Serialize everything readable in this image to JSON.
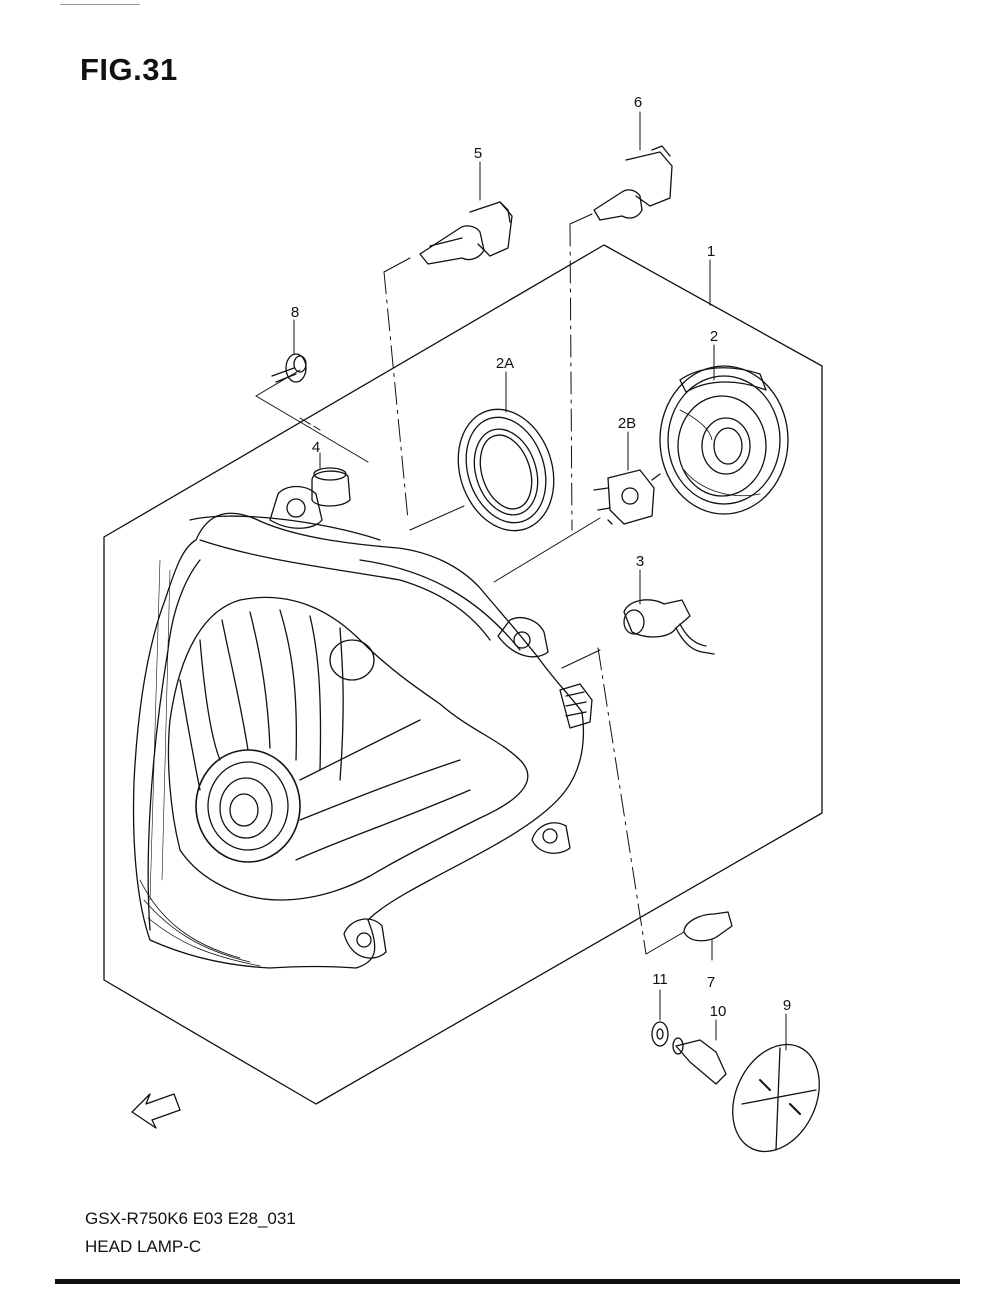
{
  "figure": {
    "title": "FIG.31",
    "model_code": "GSX-R750K6 E03 E28_031",
    "part_name": "HEAD LAMP-C",
    "fwd_label": "FWD"
  },
  "callouts": [
    {
      "id": "callout-1",
      "label": "1"
    },
    {
      "id": "callout-2",
      "label": "2"
    },
    {
      "id": "callout-2a",
      "label": "2A"
    },
    {
      "id": "callout-2b",
      "label": "2B"
    },
    {
      "id": "callout-3",
      "label": "3"
    },
    {
      "id": "callout-4",
      "label": "4"
    },
    {
      "id": "callout-5",
      "label": "5"
    },
    {
      "id": "callout-6",
      "label": "6"
    },
    {
      "id": "callout-7",
      "label": "7"
    },
    {
      "id": "callout-8",
      "label": "8"
    },
    {
      "id": "callout-9",
      "label": "9"
    },
    {
      "id": "callout-10",
      "label": "10"
    },
    {
      "id": "callout-11",
      "label": "11"
    }
  ]
}
